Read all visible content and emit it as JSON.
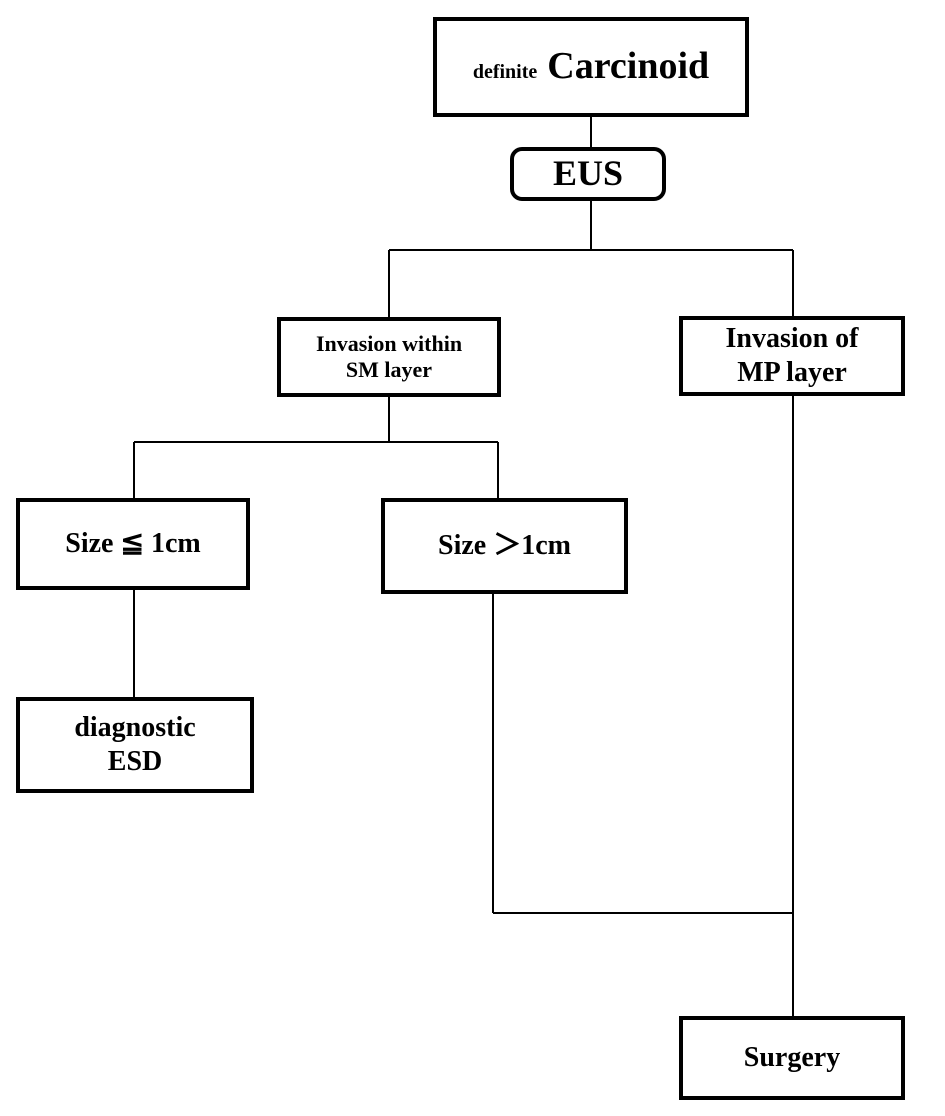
{
  "diagram": {
    "nodes": [
      {
        "id": "carcinoid",
        "lines": [
          "definite",
          "Carcinoid"
        ]
      },
      {
        "id": "eus",
        "lines": [
          "EUS"
        ]
      },
      {
        "id": "sm",
        "lines": [
          "Invasion within",
          "SM layer"
        ]
      },
      {
        "id": "mp",
        "lines": [
          "Invasion of",
          "MP layer"
        ]
      },
      {
        "id": "size_small",
        "lines": [
          "Size ≦ 1cm"
        ]
      },
      {
        "id": "size_large",
        "lines": [
          "Size ＞1cm"
        ]
      },
      {
        "id": "esd",
        "lines": [
          "diagnostic",
          "ESD"
        ]
      },
      {
        "id": "surgery",
        "lines": [
          "Surgery"
        ]
      }
    ],
    "edges": [
      {
        "from": "carcinoid",
        "to": "eus"
      },
      {
        "from": "eus",
        "to": "sm"
      },
      {
        "from": "eus",
        "to": "mp"
      },
      {
        "from": "sm",
        "to": "size_small"
      },
      {
        "from": "sm",
        "to": "size_large"
      },
      {
        "from": "size_small",
        "to": "esd"
      },
      {
        "from": "size_large",
        "to": "surgery"
      },
      {
        "from": "mp",
        "to": "surgery"
      }
    ],
    "colors": {
      "line": "#000000",
      "background": "#ffffff"
    }
  }
}
